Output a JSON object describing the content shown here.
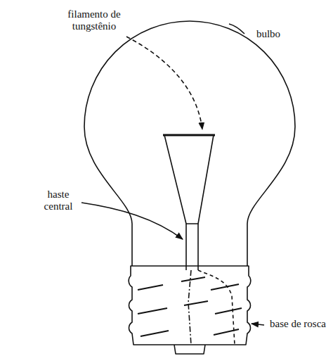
{
  "diagram": {
    "labels": [
      "filamento de tungstênio",
      "bulbo",
      "haste central",
      "base de rosca"
    ]
  }
}
